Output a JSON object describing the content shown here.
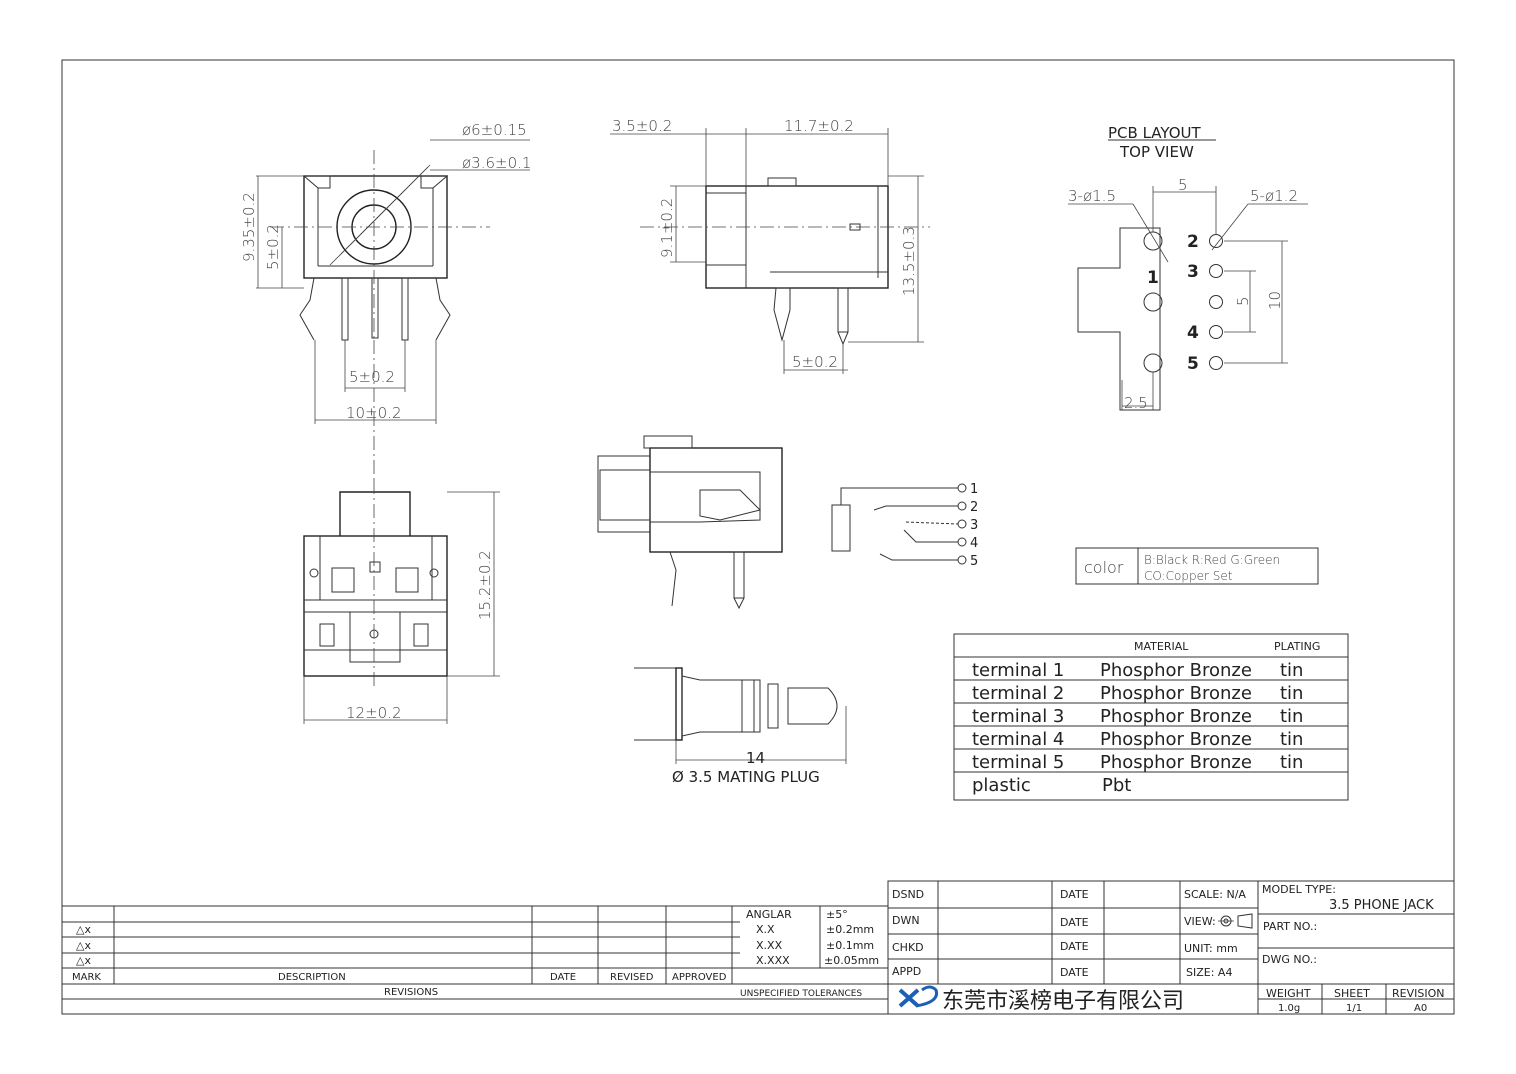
{
  "front_view": {
    "dia_outer": "ø6±0.15",
    "dia_inner": "ø3.6±0.1",
    "height_total": "9.35±0.2",
    "height_center": "5±0.2",
    "pin_pitch": "5±0.2",
    "width_pins": "10±0.2"
  },
  "side_view": {
    "len_front": "3.5±0.2",
    "len_body": "11.7±0.2",
    "height_body": "9.1±0.2",
    "height_total": "13.5±0.3",
    "pin_offset": "5±0.2"
  },
  "bottom_view": {
    "length": "15.2±0.2",
    "width": "12±0.2"
  },
  "pcb_layout": {
    "title": "PCB LAYOUT",
    "subtitle": "TOP VIEW",
    "big_holes": "3-ø1.5",
    "small_holes": "5-ø1.2",
    "top_spacing": "5",
    "mid_spacing": "5",
    "side_spacing": "10",
    "edge_spacing": "2.5",
    "pin_labels": [
      "1",
      "2",
      "3",
      "4",
      "5"
    ]
  },
  "schematic": {
    "pins": [
      "1",
      "2",
      "3",
      "4",
      "5"
    ]
  },
  "plug": {
    "length": "14",
    "caption": "Ø 3.5 MATING PLUG"
  },
  "color_legend": {
    "label": "color",
    "line1": "B:Black  R:Red  G:Green",
    "line2": "CO:Copper Set"
  },
  "materials": {
    "headers": {
      "material": "MATERIAL",
      "plating": "PLATING"
    },
    "rows": [
      {
        "part": "terminal 1",
        "material": "Phosphor Bronze",
        "plating": "tin"
      },
      {
        "part": "terminal 2",
        "material": "Phosphor Bronze",
        "plating": "tin"
      },
      {
        "part": "terminal 3",
        "material": "Phosphor Bronze",
        "plating": "tin"
      },
      {
        "part": "terminal 4",
        "material": "Phosphor Bronze",
        "plating": "tin"
      },
      {
        "part": "terminal 5",
        "material": "Phosphor Bronze",
        "plating": "tin"
      },
      {
        "part": "plastic",
        "material": "Pbt",
        "plating": ""
      }
    ]
  },
  "revisions": {
    "marks": [
      "△x",
      "△x",
      "△x"
    ],
    "headers": {
      "mark": "MARK",
      "description": "DESCRIPTION",
      "date": "DATE",
      "revised": "REVISED",
      "approved": "APPROVED"
    },
    "footer": "REVISIONS"
  },
  "tolerances": {
    "rows": [
      {
        "label": "ANGLAR",
        "value": "±5°"
      },
      {
        "label": "X.X",
        "value": "±0.2mm"
      },
      {
        "label": "X.XX",
        "value": "±0.1mm"
      },
      {
        "label": "X.XXX",
        "value": "±0.05mm"
      }
    ],
    "footer": "UNSPECIFIED TOLERANCES"
  },
  "title_block": {
    "dsnd": "DSND",
    "dwn": "DWN",
    "chkd": "CHKD",
    "appd": "APPD",
    "date": "DATE",
    "scale": "SCALE: N/A",
    "view": "VIEW:",
    "unit": "UNIT: mm",
    "size": "SIZE: A4",
    "model_type_label": "MODEL TYPE:",
    "model_type": "3.5 PHONE JACK",
    "part_no_label": "PART NO.:",
    "dwg_no_label": "DWG NO.:",
    "company": "东莞市溪榜电子有限公司",
    "weight_label": "WEIGHT",
    "weight": "1.0g",
    "sheet_label": "SHEET",
    "sheet": "1/1",
    "revision_label": "REVISION",
    "revision": "A0"
  }
}
